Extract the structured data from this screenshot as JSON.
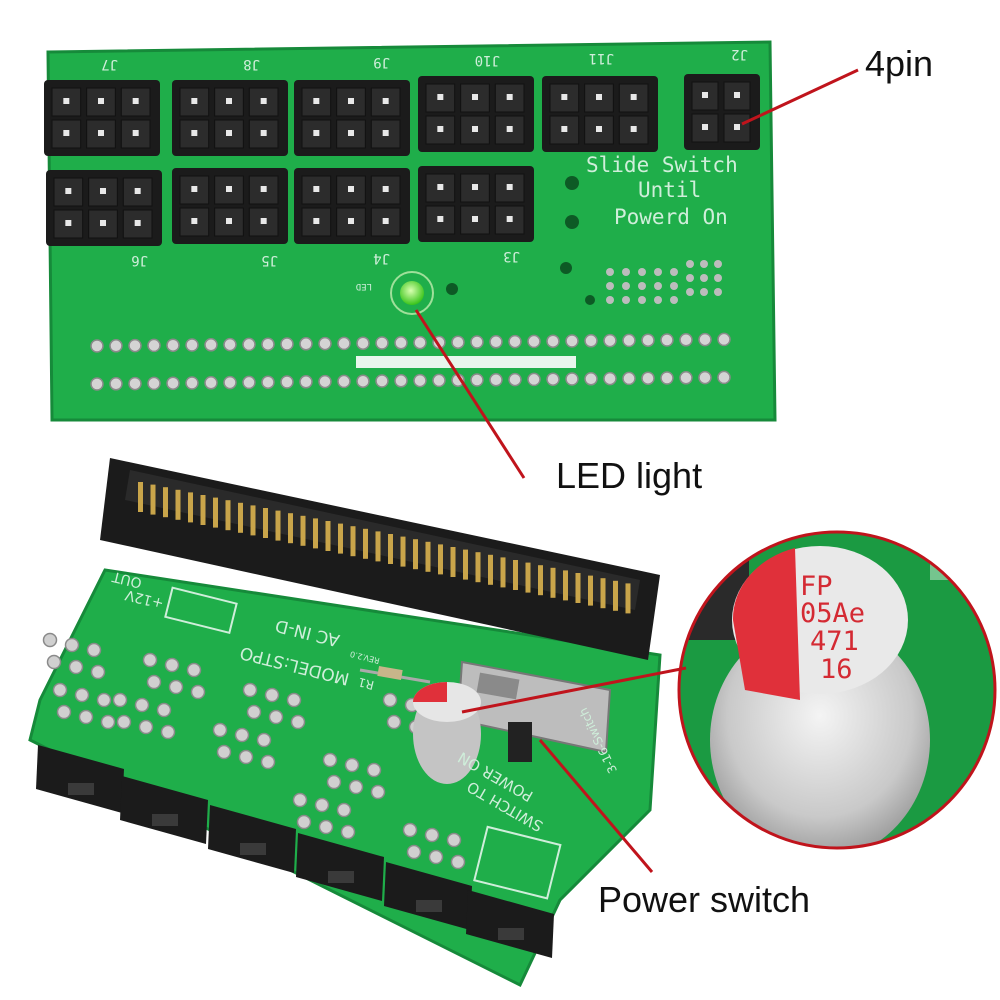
{
  "labels": {
    "four_pin": "4pin",
    "led_light": "LED light",
    "power_switch": "Power switch"
  },
  "board_top": {
    "connector_labels": [
      "J7",
      "J8",
      "J9",
      "J10",
      "J11",
      "J2",
      "J6",
      "J5",
      "J4",
      "J3"
    ],
    "silkscreen_lines": [
      "Slide Switch",
      "Until",
      "Powerd On"
    ],
    "led_label": "LED"
  },
  "board_bottom": {
    "silkscreen": {
      "out_label": "OUT",
      "voltage_label": "+12V",
      "ac_label": "AC IN-D",
      "model_label": "MODEL:STPO",
      "rev_label": "REV.2.0",
      "resistor_label": "R1",
      "switch_label_1": "SWITCH TO",
      "switch_label_2": "POWER ON",
      "part_label": "3-16-Switch"
    }
  },
  "capacitor": {
    "lines": [
      "FP",
      "05Ae",
      "471",
      "16"
    ]
  },
  "colors": {
    "pcb_green": "#1fae4a",
    "pcb_edge": "#168a3a",
    "connector_black": "#1b1b1b",
    "gold": "#c9a54a",
    "led_green": "#7dff4a",
    "callout_line": "#c0141c",
    "cap_red": "#e0303a",
    "cap_silver": "#d8d8d8"
  }
}
